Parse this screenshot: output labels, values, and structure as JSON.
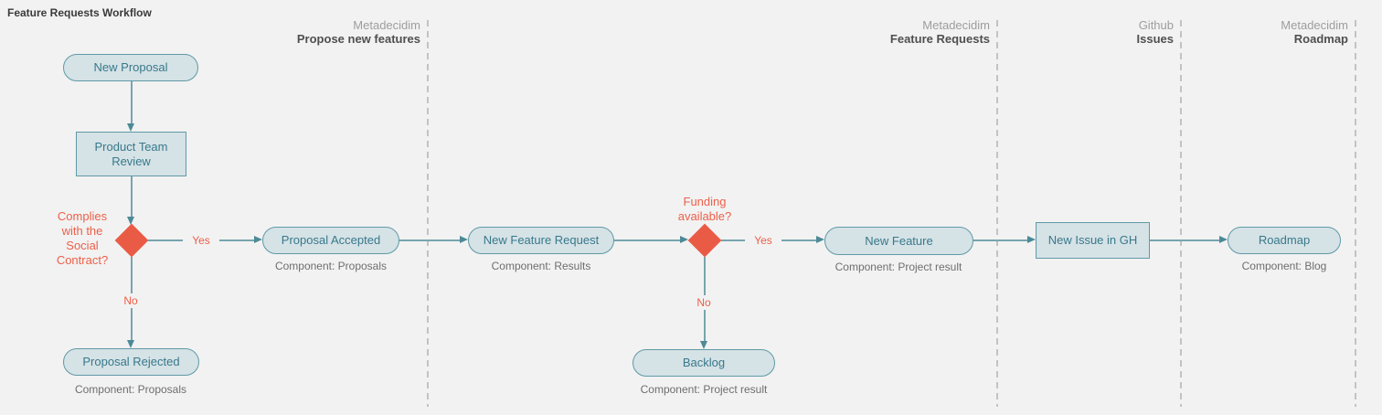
{
  "title": "Feature Requests Workflow",
  "colors": {
    "background": "#f2f2f2",
    "node_fill": "#d5e2e6",
    "node_border": "#5f9aa6",
    "node_text": "#38798b",
    "decision_red": "#ea5b45",
    "edge_line": "#77a5ae",
    "component_text": "#6e6e6e",
    "lane_separator": "#c3c3c3"
  },
  "lanes": [
    {
      "platform": "Metadecidim",
      "name": "Propose new features"
    },
    {
      "platform": "Metadecidim",
      "name": "Feature Requests"
    },
    {
      "platform": "Github",
      "name": "Issues"
    },
    {
      "platform": "Metadecidim",
      "name": "Roadmap"
    }
  ],
  "nodes": {
    "new_proposal": {
      "label": "New Proposal"
    },
    "product_team_review": {
      "label": "Product Team Review"
    },
    "decision_social_contract": {
      "label": "Complies\nwith the\nSocial\nContract?"
    },
    "proposal_accepted": {
      "label": "Proposal Accepted",
      "component": "Component: Proposals"
    },
    "proposal_rejected": {
      "label": "Proposal Rejected",
      "component": "Component: Proposals"
    },
    "new_feature_request": {
      "label": "New Feature Request",
      "component": "Component: Results"
    },
    "decision_funding": {
      "label": "Funding\navailable?"
    },
    "new_feature": {
      "label": "New Feature",
      "component": "Component: Project result"
    },
    "backlog": {
      "label": "Backlog",
      "component": "Component: Project result"
    },
    "new_issue_gh": {
      "label": "New Issue in GH"
    },
    "roadmap": {
      "label": "Roadmap",
      "component": "Component: Blog"
    }
  },
  "edge_labels": {
    "social_yes": "Yes",
    "social_no": "No",
    "funding_yes": "Yes",
    "funding_no": "No"
  }
}
